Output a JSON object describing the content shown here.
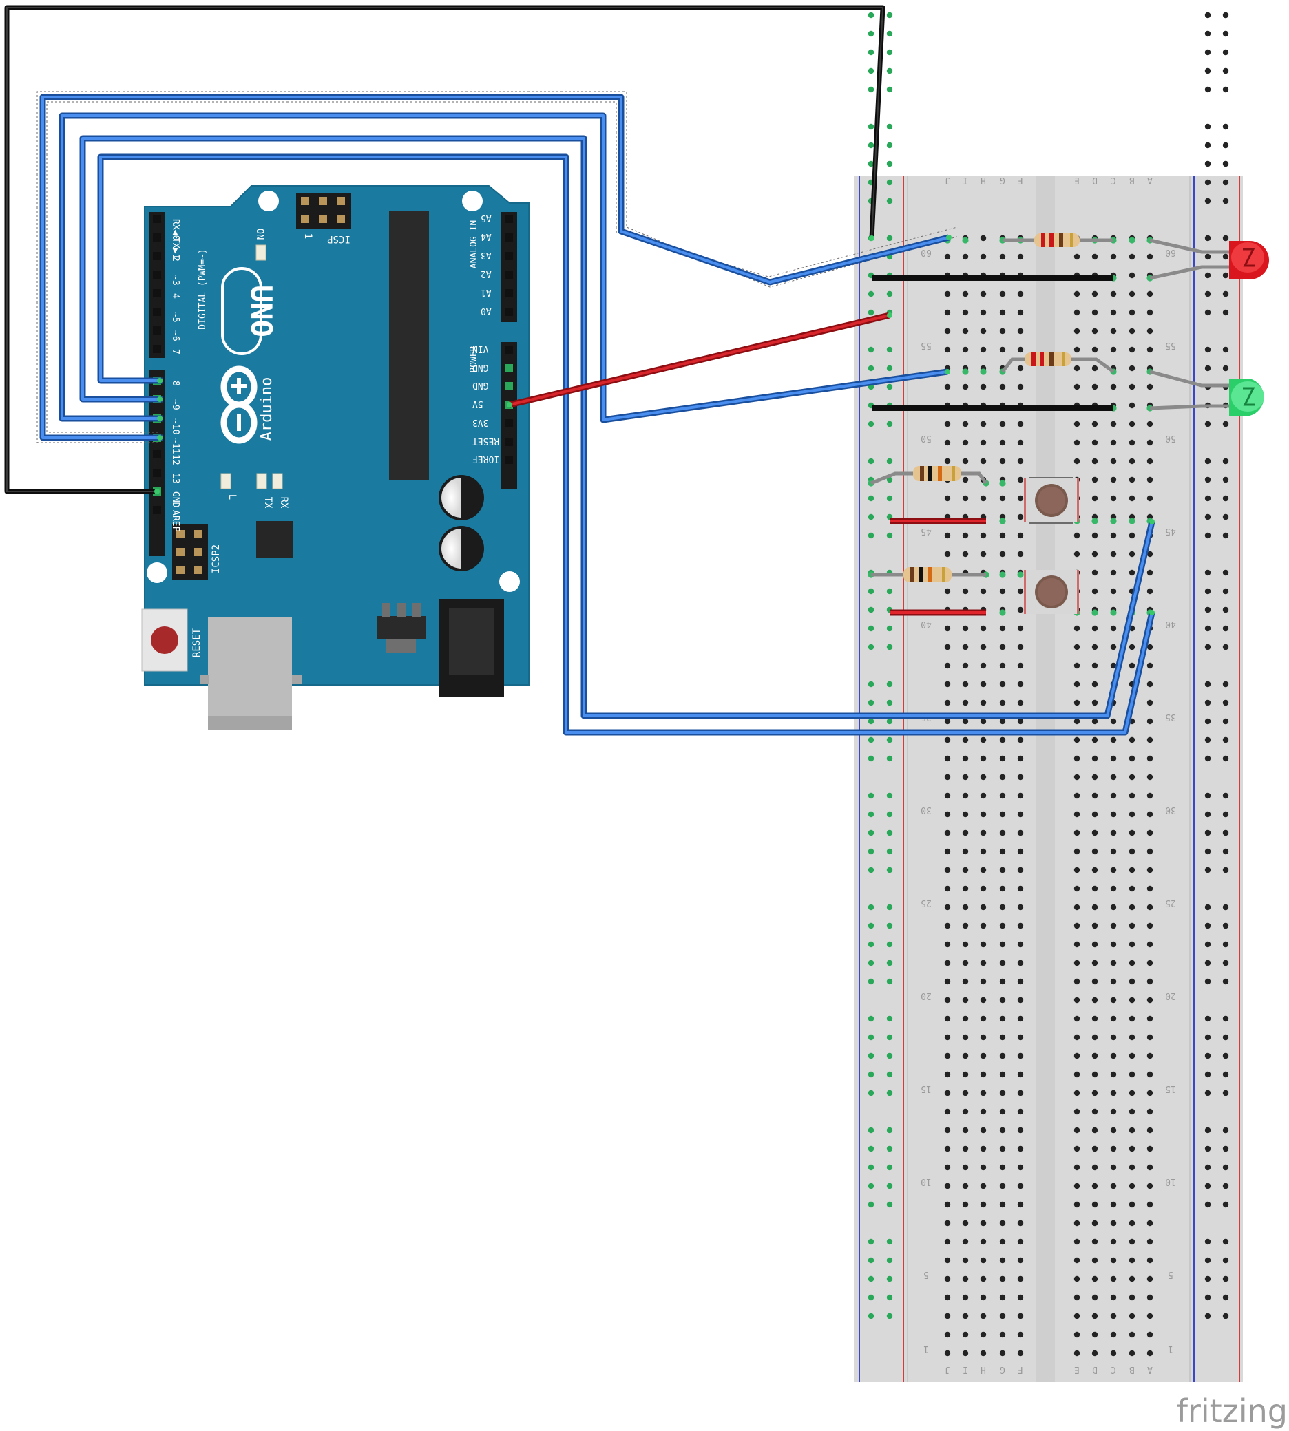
{
  "branding": {
    "watermark": "fritzing"
  },
  "arduino": {
    "model": "UNO",
    "brand": "Arduino",
    "on_label": "ON",
    "icsp_label": "ICSP",
    "icsp_pin1": "1",
    "icsp2_label": "ICSP2",
    "reset_label": "RESET",
    "digital_label": "DIGITAL (PWM=~)",
    "analog_label": "ANALOG IN",
    "power_label": "POWER",
    "led_l": "L",
    "led_tx": "TX",
    "led_rx": "RX",
    "digital_pins": [
      "RX◀0",
      "TX▶1",
      "2",
      "~3",
      "4",
      "~5",
      "~6",
      "7",
      "8",
      "~9",
      "~10",
      "~11",
      "12",
      "13",
      "GND",
      "AREF"
    ],
    "analog_pins": [
      "A5",
      "A4",
      "A3",
      "A2",
      "A1",
      "A0"
    ],
    "power_pins": [
      "VIN",
      "GND",
      "GND",
      "5V",
      "3V3",
      "RESET",
      "IOREF"
    ]
  },
  "breadboard": {
    "column_letters": [
      "J",
      "I",
      "H",
      "G",
      "F",
      "E",
      "D",
      "C",
      "B",
      "A"
    ],
    "row_numbers": [
      "60",
      "55",
      "50",
      "45",
      "40",
      "35",
      "30",
      "25",
      "20",
      "15",
      "10",
      "5",
      "1"
    ]
  },
  "components": {
    "resistors": 4,
    "leds": [
      {
        "color": "#e8262b"
      },
      {
        "color": "#3fd878"
      }
    ],
    "pushbuttons": 2
  },
  "wire_colors": {
    "blue": "#2a6fd0",
    "black": "#1c1c1c",
    "red": "#c9161b",
    "grey": "#8a8a8a"
  }
}
